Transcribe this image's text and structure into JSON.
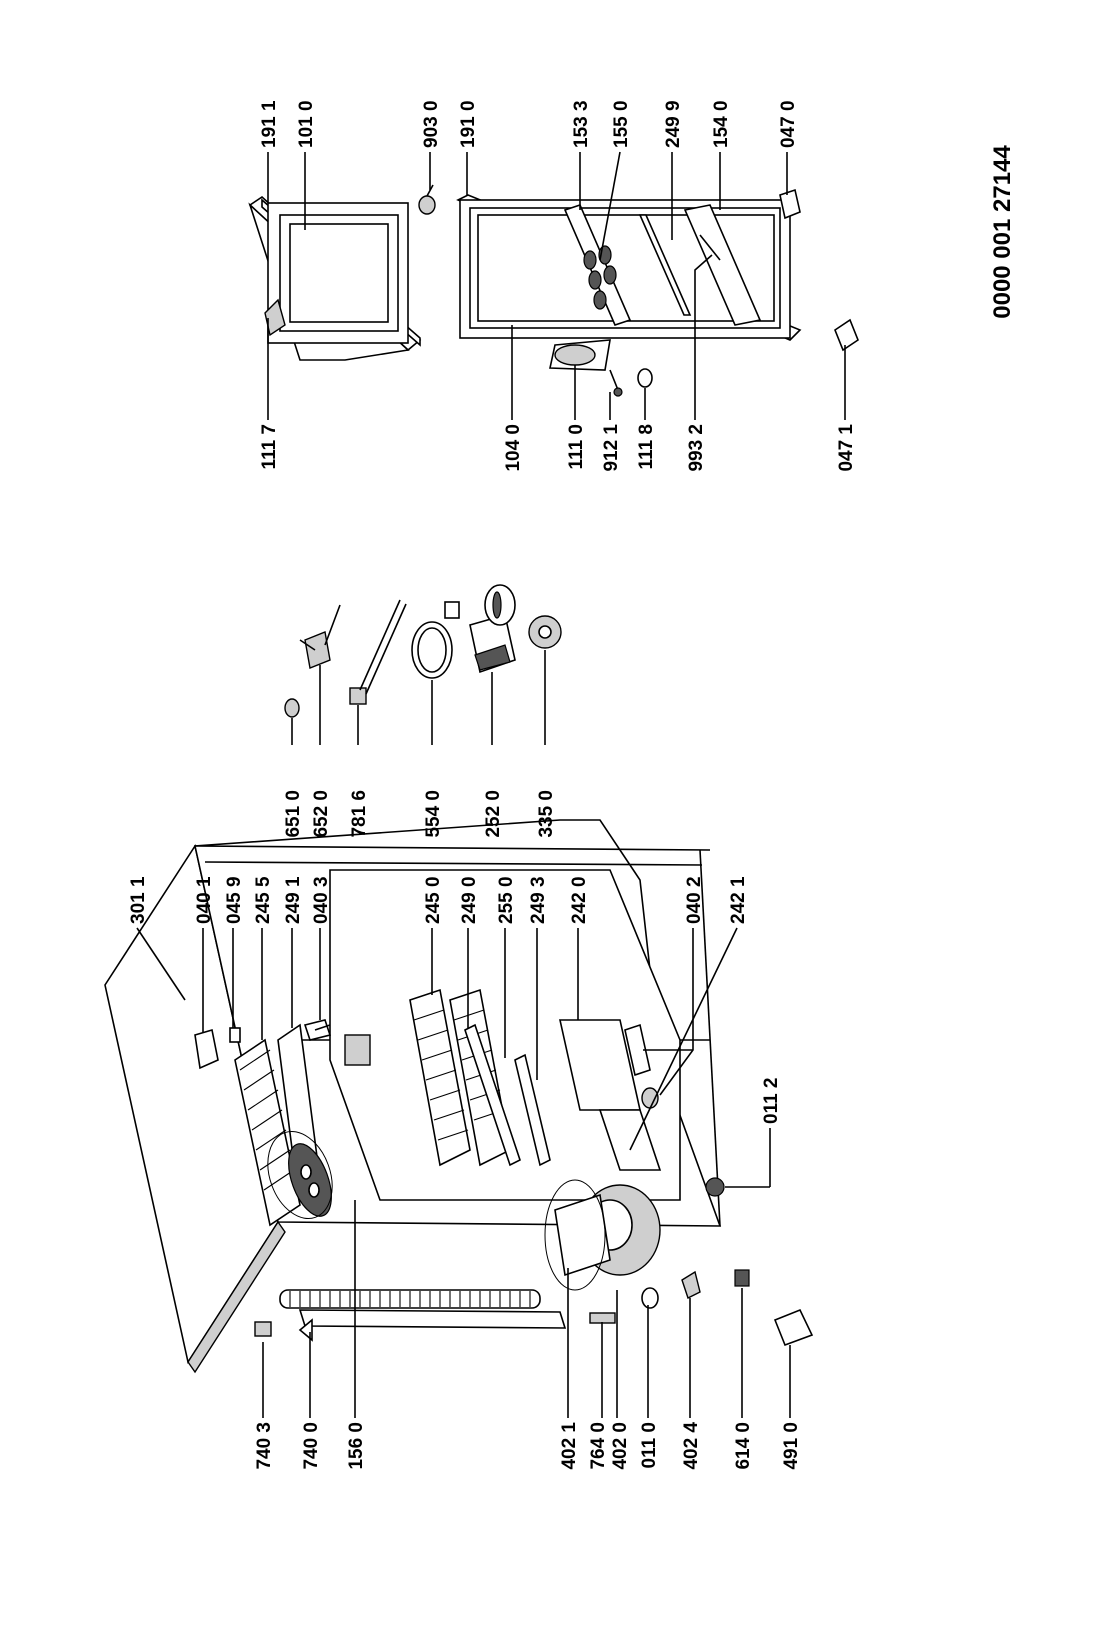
{
  "drawing_number": "0000 001 27144",
  "part_labels": {
    "p7403": "740 3",
    "p7400": "740 0",
    "p1560": "156 0",
    "p4021": "402 1",
    "p7640": "764 0",
    "p4020": "402 0",
    "p0110": "011 0",
    "p4024": "402 4",
    "p6140": "614 0",
    "p4910": "491 0",
    "p3011": "301 1",
    "p0401": "040 1",
    "p0459": "045 9",
    "p2455": "245 5",
    "p2491": "249 1",
    "p0403": "040 3",
    "p2450": "245 0",
    "p2490": "249 0",
    "p2550": "255 0",
    "p2493": "249 3",
    "p2420": "242 0",
    "p0402": "040 2",
    "p2421": "242 1",
    "p0112": "011 2",
    "p6510": "651 0",
    "p6520": "652 0",
    "p7816": "781 6",
    "p5540": "554 0",
    "p2520": "252 0",
    "p3350": "335 0",
    "p1117": "111 7",
    "p1040": "104 0",
    "p1110": "111 0",
    "p9121": "912 1",
    "p1118": "111 8",
    "p9932": "993 2",
    "p0471": "047 1",
    "p1911": "191 1",
    "p1010": "101 0",
    "p9030": "903 0",
    "p1910": "191 0",
    "p1533": "153 3",
    "p1550": "155 0",
    "p2499": "249 9",
    "p1540": "154 0",
    "p0470": "047 0"
  }
}
